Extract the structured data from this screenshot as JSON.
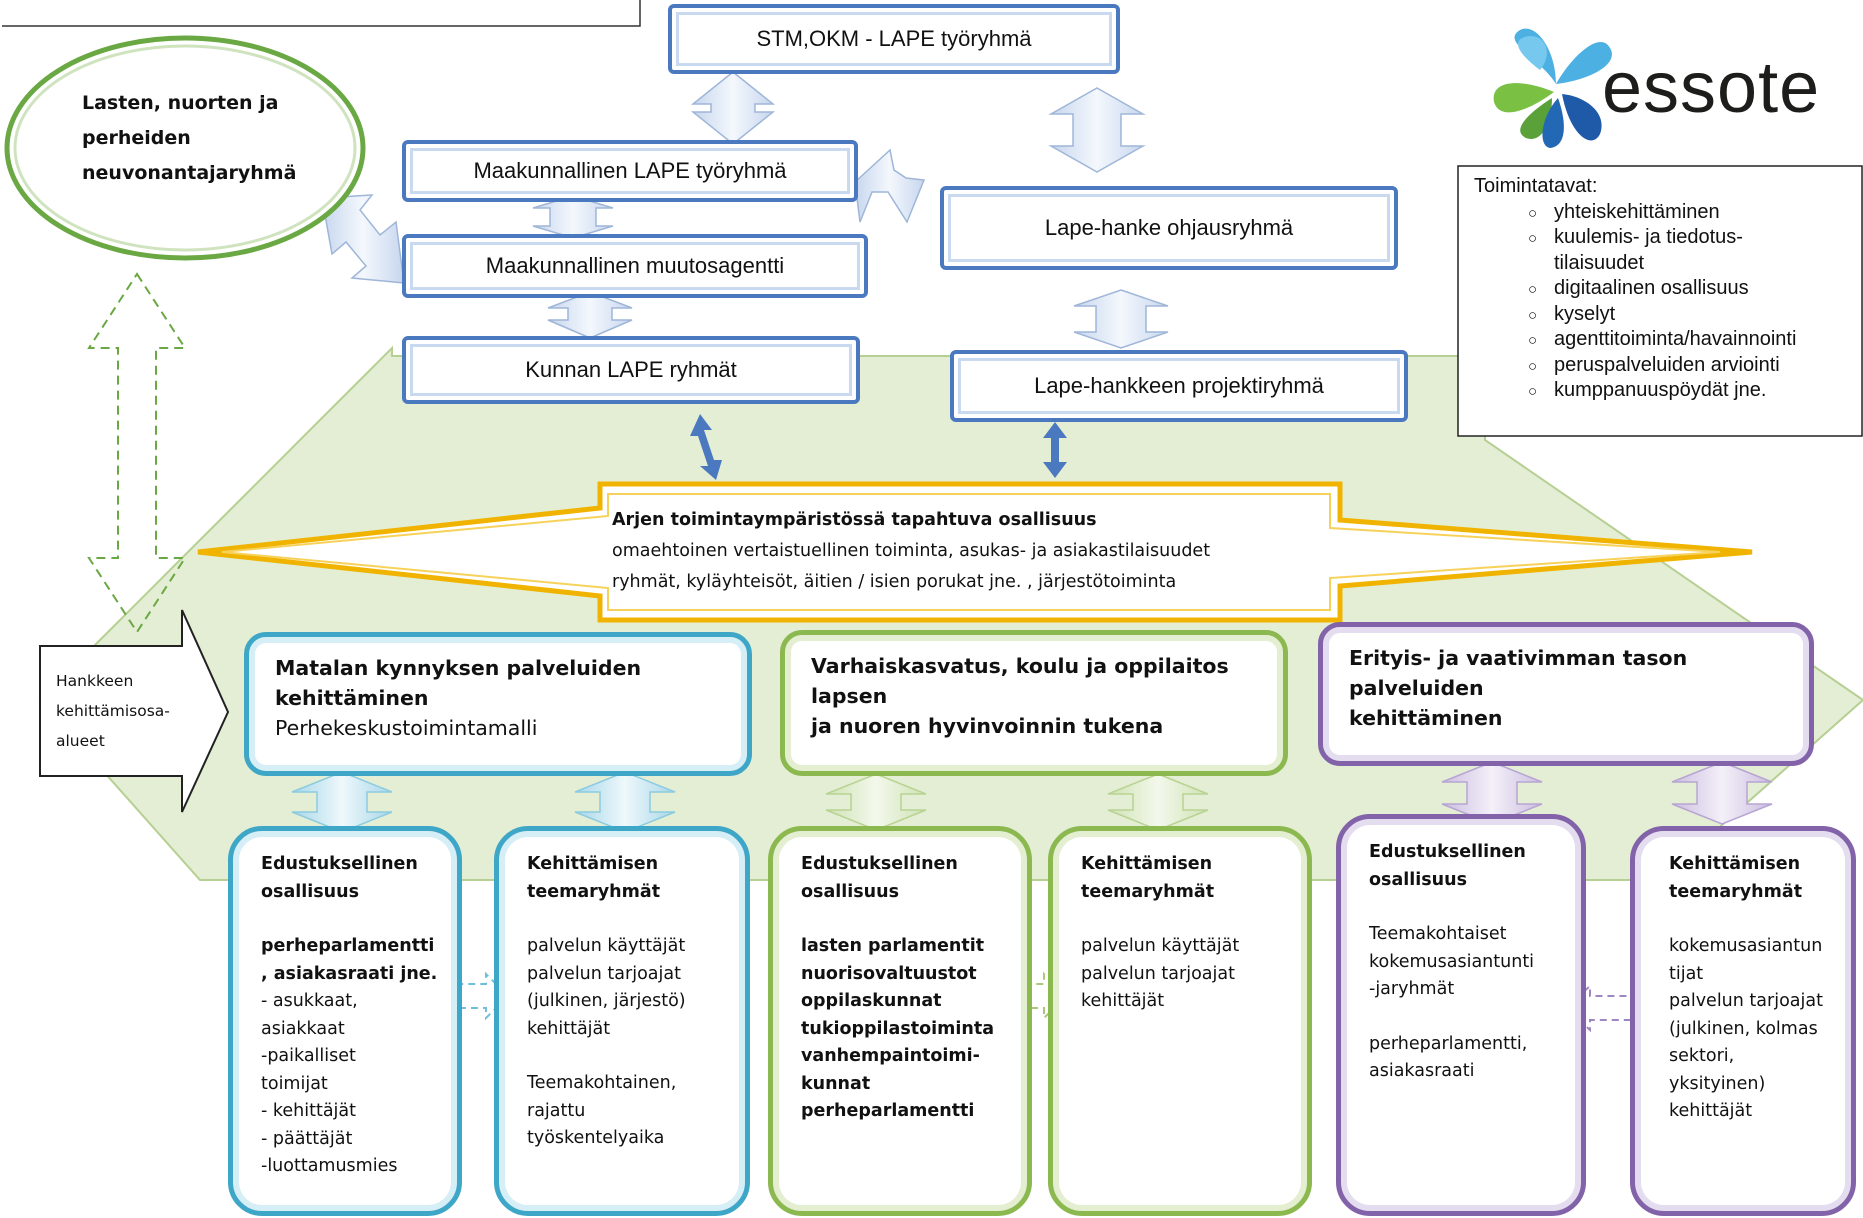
{
  "colors": {
    "blue_box": "#4a79bf",
    "orange": "#f0b400",
    "green_circle": "#6aa843",
    "teal": "#3ea6c7",
    "green": "#8cb850",
    "purple": "#8262a8",
    "plane": "#e4eed5"
  },
  "logo": {
    "text": "essote"
  },
  "top_boxes": {
    "stm_okm": "STM,OKM - LAPE työryhmä",
    "maakunnallinen_lape": "Maakunnallinen LAPE työryhmä",
    "muutosagentti": "Maakunnallinen muutosagentti",
    "kunnan_lape": "Kunnan LAPE ryhmät",
    "ohjausryhma": "Lape-hanke ohjausryhmä",
    "projektiryhma": "Lape-hankkeen projektiryhmä"
  },
  "advisory_group": {
    "line1": "Lasten, nuorten ja",
    "line2": "perheiden",
    "line3": "neuvonantajaryhmä"
  },
  "toimintatavat": {
    "title": "Toimintatavat:",
    "items": [
      "yhteiskehittäminen",
      "kuulemis- ja tiedotus-",
      "tilaisuudet",
      "digitaalinen osallisuus",
      "kyselyt",
      "agenttitoiminta/havainnointi",
      "peruspalveluiden arviointi",
      "kumppanuuspöydät jne."
    ]
  },
  "arjen": {
    "title": "Arjen toimintaympäristössä tapahtuva osallisuus",
    "line2": "omaehtoinen vertaistuellinen toiminta, asukas- ja asiakastilaisuudet",
    "line3": "ryhmät, kyläyhteisöt, äitien / isien porukat jne. , järjestötoiminta"
  },
  "hankkeen": {
    "line1": "Hankkeen",
    "line2": "kehittämisosa-",
    "line3": "alueet"
  },
  "areas": {
    "matala": {
      "line1": "Matalan kynnyksen palveluiden",
      "line2": "kehittäminen",
      "line3": "Perhekeskustoimintamalli"
    },
    "varhais": {
      "line1": "Varhaiskasvatus, koulu ja oppilaitos lapsen",
      "line2": "ja nuoren hyvinvoinnin tukena"
    },
    "erityis": {
      "line1": "Erityis- ja vaativimman tason palveluiden",
      "line2": "kehittäminen"
    }
  },
  "cards": {
    "blue_edustus": {
      "title1": "Edustuksellinen",
      "title2": "osallisuus",
      "b1": "perheparlamentti",
      "b2": ", asiakasraati jne.",
      "l1": "- asukkaat,",
      "l2": "asiakkaat",
      "l3": "-paikalliset",
      "l4": "toimijat",
      "l5": "- kehittäjät",
      "l6": "- päättäjät",
      "l7": "-luottamusmies"
    },
    "blue_kehitys": {
      "title1": "Kehittämisen",
      "title2": "teemaryhmät",
      "l1": "palvelun käyttäjät",
      "l2": "palvelun tarjoajat",
      "l3": "(julkinen, järjestö)",
      "l4": "kehittäjät",
      "l5": "Teemakohtainen,",
      "l6": "rajattu",
      "l7": "työskentelyaika"
    },
    "green_edustus": {
      "title1": "Edustuksellinen",
      "title2": "osallisuus",
      "l1": "lasten parlamentit",
      "l2": "nuorisovaltuustot",
      "l3": "oppilaskunnat",
      "l4": "tukioppilastoiminta",
      "l5": "vanhempaintoimi-",
      "l6": "kunnat",
      "l7": "perheparlamentti"
    },
    "green_kehitys": {
      "title1": "Kehittämisen",
      "title2": "teemaryhmät",
      "l1": "palvelun käyttäjät",
      "l2": "palvelun tarjoajat",
      "l3": "kehittäjät"
    },
    "purple_edustus": {
      "title1": "Edustuksellinen",
      "title2": "osallisuus",
      "l1": "Teemakohtaiset",
      "l2": "kokemusasiantunti",
      "l3": "-jaryhmät",
      "l4": "perheparlamentti,",
      "l5": "asiakasraati"
    },
    "purple_kehitys": {
      "title1": "Kehittämisen",
      "title2": "teemaryhmät",
      "l1": "kokemusasiantun",
      "l2": "tijat",
      "l3": "palvelun tarjoajat",
      "l4": "(julkinen, kolmas",
      "l5": "sektori,",
      "l6": "yksityinen)",
      "l7": "kehittäjät"
    }
  }
}
